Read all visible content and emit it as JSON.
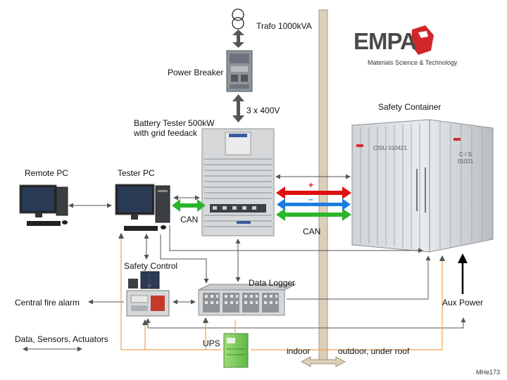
{
  "labels": {
    "trafo": "Trafo 1000kVA",
    "power_breaker": "Power Breaker",
    "voltage": "3 x 400V",
    "battery_tester_line1": "Battery Tester 500kW",
    "battery_tester_line2": "with grid feedack",
    "safety_container": "Safety Container",
    "remote_pc": "Remote PC",
    "tester_pc": "Tester PC",
    "can_left": "CAN",
    "can_right": "CAN",
    "plus": "+",
    "minus": "–",
    "safety_control": "Safety Control",
    "data_logger": "Data Logger",
    "central_fire_alarm": "Central fire alarm",
    "aux_power": "Aux Power",
    "data_sensors": "Data, Sensors, Actuators",
    "ups": "UPS",
    "indoor": "indoor",
    "outdoor": "outdoor, under roof",
    "doc_id": "MHe173"
  },
  "logo": {
    "name": "EMPA",
    "tagline": "Materials Science & Technology",
    "color": "#d0262a"
  },
  "colors": {
    "can_green": "#2bb52b",
    "plus_red": "#e01010",
    "minus_blue": "#1a7ee0",
    "ups_line_orange": "#f0a050",
    "line_gray": "#555555",
    "wall": "#d9cbb6"
  }
}
